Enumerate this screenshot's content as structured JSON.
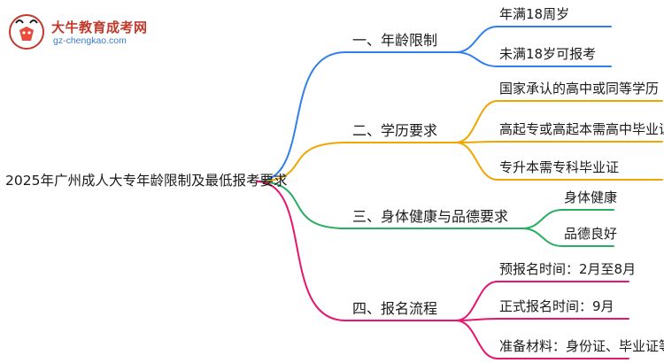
{
  "brand": {
    "name": "大牛教育成考网",
    "url": "gz-chengkao.com",
    "logo_icon": "bull-mascot-icon"
  },
  "root": {
    "title": "2025年广州成人大专年龄限制及最低报考要求"
  },
  "branches": [
    {
      "label": "一、年龄限制",
      "color": "#2f80ed",
      "leaves": [
        "年满18周岁",
        "未满18岁可报考"
      ]
    },
    {
      "label": "二、学历要求",
      "color": "#f0a500",
      "leaves": [
        "国家承认的高中或同等学历",
        "高起专或高起本需高中毕业证",
        "专升本需专科毕业证"
      ]
    },
    {
      "label": "三、身体健康与品德要求",
      "color": "#27ae60",
      "leaves": [
        "身体健康",
        "品德良好"
      ]
    },
    {
      "label": "四、报名流程",
      "color": "#e8156f",
      "leaves": [
        "预报名时间：2月至8月",
        "正式报名时间：9月",
        "准备材料：身份证、毕业证等"
      ]
    }
  ]
}
